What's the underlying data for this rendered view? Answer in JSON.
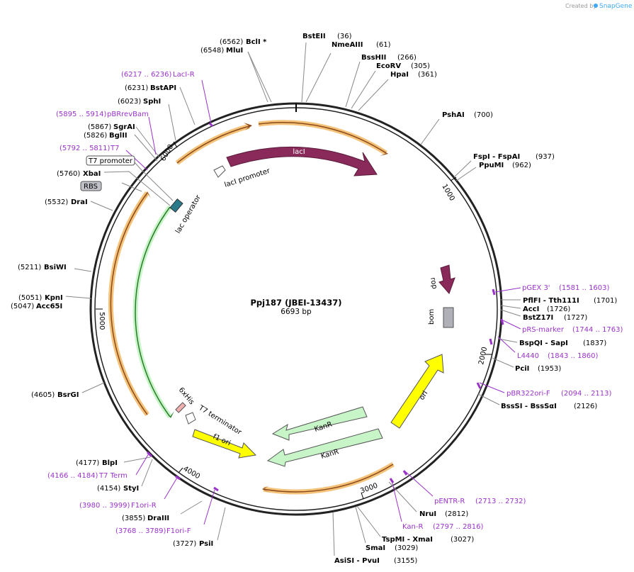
{
  "header": {
    "credit": "Created by",
    "brand": "SnapGene"
  },
  "plasmid": {
    "name": "Ppj187 (JBEI-13437)",
    "length_label": "6693 bp"
  },
  "ticks": [
    "1000",
    "2000",
    "3000",
    "4000",
    "5000",
    "6000"
  ],
  "sites": [
    {
      "name": "BclI *",
      "pos": "(6562)"
    },
    {
      "name": "MluI",
      "pos": "(6548)"
    },
    {
      "name": "BstEII",
      "pos": "(36)"
    },
    {
      "name": "NmeAIII",
      "pos": "(61)"
    },
    {
      "name": "BssHII",
      "pos": "(266)"
    },
    {
      "name": "EcoRV",
      "pos": "(305)"
    },
    {
      "name": "HpaI",
      "pos": "(361)"
    },
    {
      "name": "PshAI",
      "pos": "(700)"
    },
    {
      "name": "FspI  - FspAI",
      "pos": "(937)"
    },
    {
      "name": "PpuMI",
      "pos": "(962)"
    },
    {
      "name": "PflFI  - Tth111I",
      "pos": "(1701)"
    },
    {
      "name": "AccI",
      "pos": "(1726)"
    },
    {
      "name": "BstZ17I",
      "pos": "(1727)"
    },
    {
      "name": "BspQI  - SapI",
      "pos": "(1837)"
    },
    {
      "name": "PciI",
      "pos": "(1953)"
    },
    {
      "name": "BssSI  - BssSαI",
      "pos": "(2126)"
    },
    {
      "name": "NruI",
      "pos": "(2812)"
    },
    {
      "name": "TspMI  - XmaI",
      "pos": "(3027)"
    },
    {
      "name": "SmaI",
      "pos": "(3029)"
    },
    {
      "name": "AsiSI  - PvuI",
      "pos": "(3155)"
    },
    {
      "name": "PsiI",
      "pos": "(3727)"
    },
    {
      "name": "DraIII",
      "pos": "(3855)"
    },
    {
      "name": "StyI",
      "pos": "(4154)"
    },
    {
      "name": "BlpI",
      "pos": "(4177)"
    },
    {
      "name": "BsrGI",
      "pos": "(4605)"
    },
    {
      "name": "KpnI",
      "pos": "(5051)"
    },
    {
      "name": "Acc65I",
      "pos": "(5047)"
    },
    {
      "name": "BsiWI",
      "pos": "(5211)"
    },
    {
      "name": "DraI",
      "pos": "(5532)"
    },
    {
      "name": "XbaI",
      "pos": "(5760)"
    },
    {
      "name": "BglII",
      "pos": "(5826)"
    },
    {
      "name": "SgrAI",
      "pos": "(5867)"
    },
    {
      "name": "SphI",
      "pos": "(6023)"
    },
    {
      "name": "BstAPI",
      "pos": "(6231)"
    }
  ],
  "primers": [
    {
      "range": "(6217 .. 6236)",
      "name": "LacI-R"
    },
    {
      "range": "(5895 .. 5914)",
      "name": "pBRrevBam"
    },
    {
      "range": "(5792 .. 5811)",
      "name": "T7"
    },
    {
      "name": "pGEX 3'",
      "range": "(1581 .. 1603)"
    },
    {
      "name": "pRS-marker",
      "range": "(1744 .. 1763)"
    },
    {
      "name": "L4440",
      "range": "(1843 .. 1860)"
    },
    {
      "name": "pBR322ori-F",
      "range": "(2094 .. 2113)"
    },
    {
      "name": "pENTR-R",
      "range": "(2713 .. 2732)"
    },
    {
      "name": "Kan-R",
      "range": "(2797 .. 2816)"
    },
    {
      "range": "(4166 .. 4184)",
      "name": "T7 Term"
    },
    {
      "range": "(3980 .. 3999)",
      "name": "F1ori-R"
    },
    {
      "range": "(3768 .. 3789)",
      "name": "F1ori-F"
    }
  ],
  "boxed_features": {
    "t7_promoter": "T7 promoter",
    "rbs": "RBS"
  },
  "features": {
    "laci": "lacI",
    "laci_promoter": "lacI promoter",
    "lac_operator": "lac operator",
    "rop": "rop",
    "bom": "bom",
    "ori": "ori",
    "kanr_1": "KanR",
    "kanr_2": "KanR",
    "f1_ori": "f1 ori",
    "his_tag": "6xHis",
    "t7_terminator": "T7 terminator"
  },
  "colors": {
    "backbone": "#222222",
    "laci": "#8a2a5a",
    "rop": "#8a2a5a",
    "bom": "#b0b0b8",
    "ori": "#ffff00",
    "kanr": "#c8f5c8",
    "f1_ori": "#ffff00",
    "orf_highlight": "#f5c27a",
    "primer": "#9a33c9",
    "lac_operator": "#2a7a8a"
  }
}
